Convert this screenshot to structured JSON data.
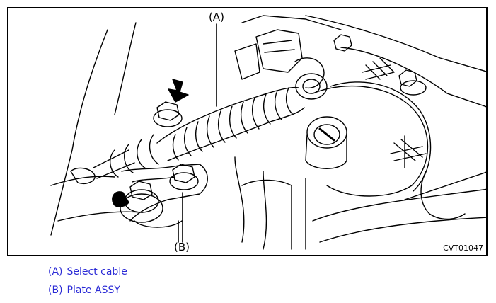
{
  "figure": {
    "callout_a": "(A)",
    "callout_b": "(B)",
    "figure_code": "CVT01047"
  },
  "legend": [
    {
      "key": "(A)",
      "text": "Select cable"
    },
    {
      "key": "(B)",
      "text": "Plate ASSY"
    }
  ],
  "colors": {
    "legend_text": "#2b2bd6",
    "line_art": "#000000"
  }
}
